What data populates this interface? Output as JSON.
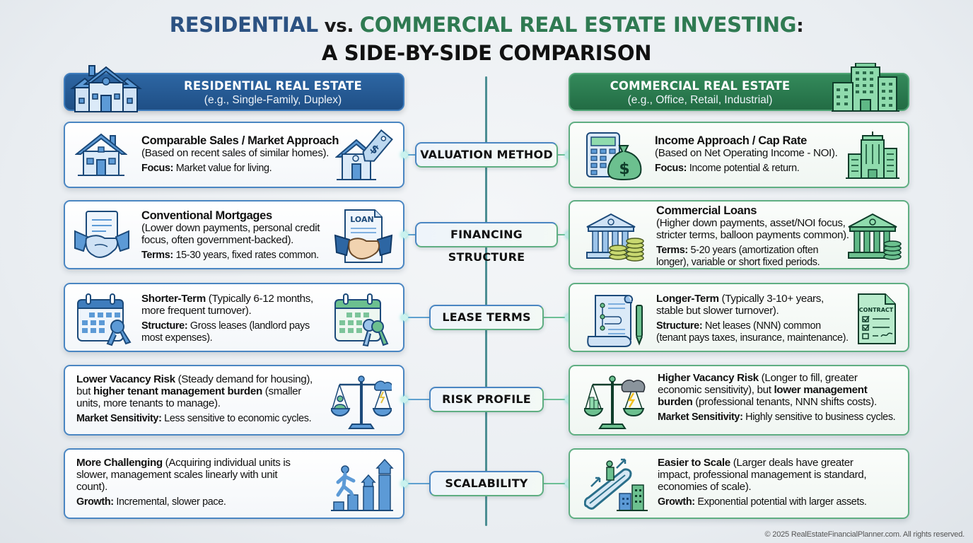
{
  "title": {
    "line1_part1": "RESIDENTIAL",
    "line1_vs": " vs. ",
    "line1_part2": "COMMERCIAL REAL ESTATE INVESTING",
    "line1_colon": ":",
    "line2": "A SIDE-BY-SIDE COMPARISON"
  },
  "colors": {
    "residential": "#2c5282",
    "commercial": "#2f7a52",
    "residential_border": "#4a86c2",
    "commercial_border": "#5fae82",
    "divider": "#4c8e93"
  },
  "residential_header": {
    "title": "RESIDENTIAL REAL ESTATE",
    "subtitle": "(e.g., Single-Family, Duplex)",
    "icon": "house-icon"
  },
  "commercial_header": {
    "title": "COMMERCIAL REAL ESTATE",
    "subtitle": "(e.g., Office, Retail, Industrial)",
    "icon": "office-building-icon"
  },
  "categories": [
    {
      "label": "VALUATION METHOD"
    },
    {
      "label": "FINANCING STRUCTURE"
    },
    {
      "label": "LEASE TERMS"
    },
    {
      "label": "RISK PROFILE"
    },
    {
      "label": "SCALABILITY"
    }
  ],
  "residential": [
    {
      "heading": "Comparable Sales / Market Approach",
      "detail": "(Based on recent sales of similar homes).",
      "focus_label": "Focus:",
      "focus_text": " Market value for living.",
      "icons": [
        "house-icon",
        "house-price-tag-icon"
      ]
    },
    {
      "heading": "Conventional Mortgages",
      "detail_1": "(Lower down payments, personal credit",
      "detail_2": "focus, often government-backed).",
      "focus_label": "Terms:",
      "focus_text": " 15-30 years, fixed rates common.",
      "icons": [
        "handshake-document-icon",
        "loan-handshake-icon"
      ],
      "loan_tag": "LOAN"
    },
    {
      "heading": "Shorter-Term",
      "heading_rest": " (Typically 6-12 months,",
      "detail": "more frequent turnover).",
      "focus_label": "Structure:",
      "focus_text": " Gross leases (landlord pays",
      "focus_text_2": "most expenses).",
      "icons": [
        "calendar-keys-icon",
        "calendar-keys-green-icon"
      ]
    },
    {
      "heading": "Lower Vacancy Risk",
      "heading_rest": " (Steady demand for housing),",
      "line2_a": "but ",
      "line2_b": "higher tenant management burden",
      "line2_c": " (smaller",
      "line3": "units, more tenants to manage).",
      "focus_label": "Market Sensitivity:",
      "focus_text": " Less sensitive to economic cycles.",
      "icons": [
        "balance-scale-person-storm-icon"
      ]
    },
    {
      "heading": "More Challenging",
      "heading_rest": " (Acquiring individual units is",
      "line2": "slower, management scales linearly with unit",
      "line3": "count).",
      "focus_label": "Growth:",
      "focus_text": " Incremental, slower pace.",
      "icons": [
        "person-climbing-steps-houses-icon"
      ]
    }
  ],
  "commercial": [
    {
      "heading": "Income Approach / Cap Rate",
      "detail": "(Based on Net Operating Income - NOI).",
      "focus_label": "Focus:",
      "focus_text": " Income potential & return.",
      "icons": [
        "calculator-money-bag-icon",
        "office-tower-icon"
      ]
    },
    {
      "heading": "Commercial Loans",
      "detail_1": "(Higher down payments, asset/NOI focus,",
      "detail_2": "stricter terms, balloon payments common).",
      "focus_label": "Terms:",
      "focus_text": " 5-20 years (amortization often",
      "focus_text_2": "longer), variable or short fixed periods.",
      "icons": [
        "bank-coins-icon",
        "bank-coins-green-icon"
      ]
    },
    {
      "heading": "Longer-Term",
      "heading_rest": " (Typically 3-10+ years,",
      "detail": "stable but slower turnover).",
      "focus_label": "Structure:",
      "focus_text": " Net leases (NNN) common",
      "focus_text_2": "(tenant pays taxes, insurance, maintenance).",
      "icons": [
        "scroll-pen-icon",
        "contract-checklist-icon"
      ],
      "contract_tag": "CONTRACT"
    },
    {
      "heading": "Higher Vacancy Risk",
      "heading_rest": " (Longer to fill, greater",
      "line2_a": "economic sensitivity), but ",
      "line2_b": "lower management",
      "line3_b": "burden",
      "line3_c": " (professional tenants, NNN shifts costs).",
      "focus_label": "Market Sensitivity:",
      "focus_text": " Highly sensitive to business cycles.",
      "icons": [
        "balance-scale-building-storm-icon"
      ]
    },
    {
      "heading": "Easier to Scale",
      "heading_rest": " (Larger deals have greater",
      "line2": "impact, professional management is standard,",
      "line3": "economies of scale).",
      "focus_label": "Growth:",
      "focus_text": " Exponential potential with larger assets.",
      "icons": [
        "escalator-buildings-icon"
      ]
    }
  ],
  "footer": "© 2025 RealEstateFinancialPlanner.com. All rights reserved."
}
